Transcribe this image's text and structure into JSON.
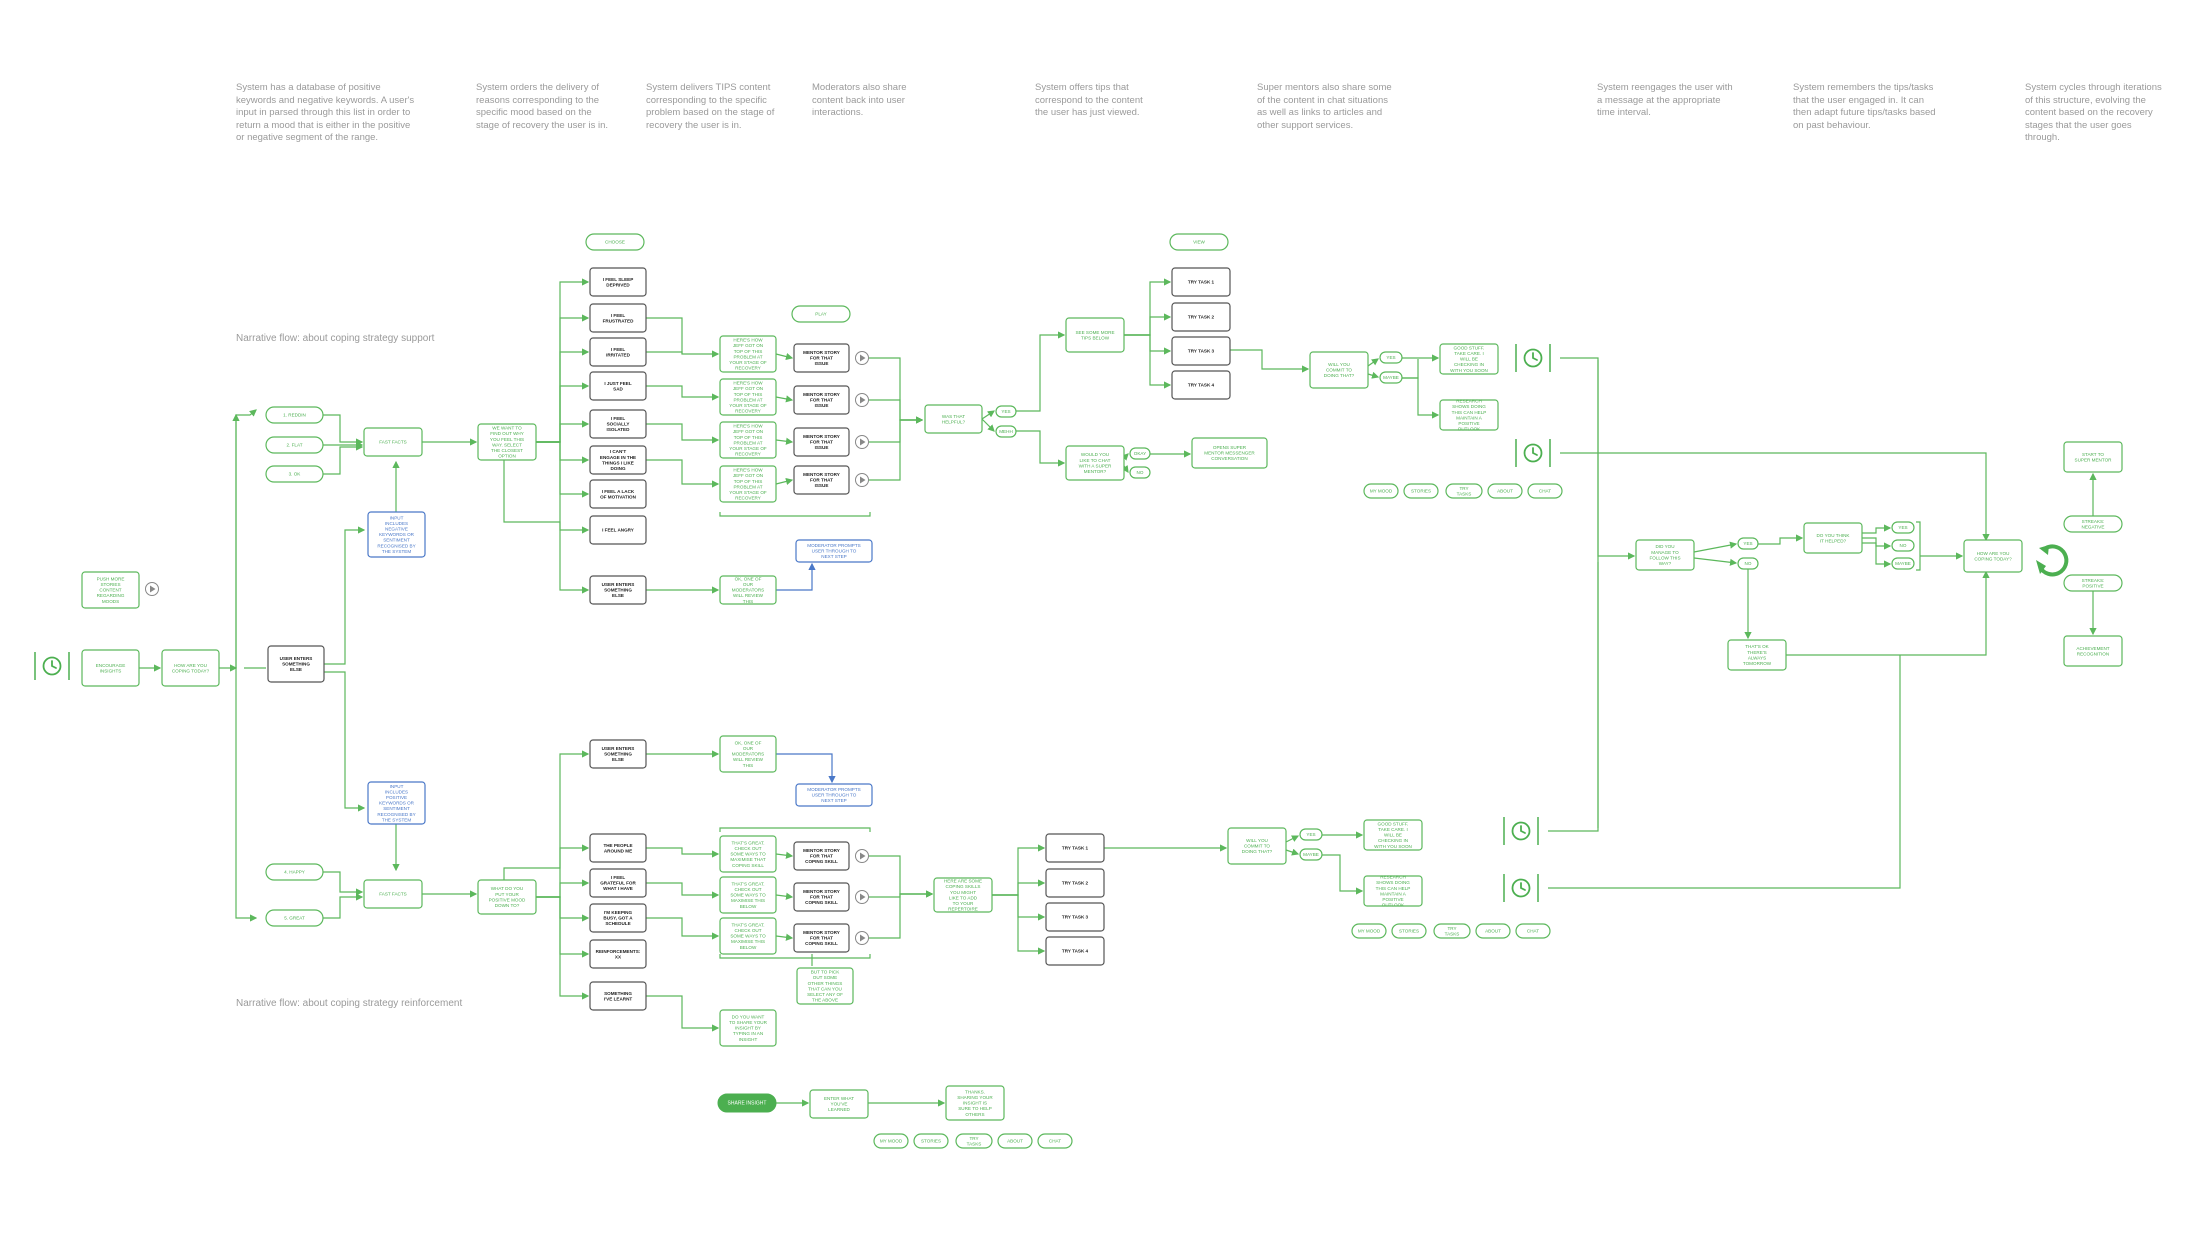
{
  "annotations": [
    "System has a database of positive keywords and negative keywords. A user's input in parsed through this list in order to return a mood that is either in the positive or negative segment of the range.",
    "System orders the delivery of reasons corresponding to the specific mood based on the stage of recovery the user is in.",
    "System delivers TIPS content corresponding to the specific problem based on the stage of recovery the user is in.",
    "Moderators also share content back into user interactions.",
    "System offers tips that correspond to the content the user has just viewed.",
    "Super mentors also share some of the content in chat situations as well as links to articles and other support services.",
    "System reengages the user with a message at the appropriate time interval.",
    "System remembers the tips/tasks that the user engaged in. It can then adapt future tips/tasks based on past behaviour.",
    "System cycles through iterations of this structure, evolving the content based on the recovery stages that the user goes through."
  ],
  "flows": {
    "support": "Narrative flow: about coping strategy support",
    "reinforcement": "Narrative flow: about coping strategy reinforcement"
  },
  "colors": {
    "green": "#4caf50",
    "blue": "#4a78c8",
    "dark": "#222222"
  },
  "icons": [
    "clock-icon",
    "play-icon",
    "cycle-icon"
  ],
  "nodes": {
    "clock_start": "",
    "encourage": "ENCOURAGE INSIGHTS",
    "push": "PUSH MORE STORIES CONTENT REGARDING MOODS",
    "coping": "HOW ARE YOU COPING TODAY?",
    "user_entered_main": "USER ENTERS SOMETHING ELSE",
    "m1": "1. REDDIN",
    "m2": "2. FLAT",
    "m3": "3. OK",
    "m4": "4. HAPPY",
    "m5": "5. GREAT",
    "input_neg": "INPUT INCLUDES NEGATIVE KEYWORDS OR SENTIMENT RECOGNISED BY THE SYSTEM",
    "input_pos": "INPUT INCLUDES POSITIVE KEYWORDS OR SENTIMENT RECOGNISED BY THE SYSTEM",
    "fast_facts_top": "FAST FACTS",
    "fast_facts_bot": "FAST FACTS",
    "want_find": "WE WANT TO FIND OUT WHY YOU FEEL THIS WAY. SELECT THE CLOSEST OPTION",
    "what_do": "WHAT DO YOU PUT YOUR POSITIVE MOOD DOWN TO?",
    "choose": "CHOOSE",
    "feelings": [
      "I FEEL SLEEP DEPRIVED",
      "I FEEL FRUSTRATED",
      "I FEEL IRRITATED",
      "I JUST FEEL SAD",
      "I FEEL SOCIALLY ISOLATED",
      "I CAN'T ENGAGE IN THE THINGS I LIKE DOING",
      "I FEEL A LACK OF MOTIVATION",
      "I FEEL ANGRY"
    ],
    "user_entered_top": "USER ENTERS SOMETHING ELSE",
    "heres_how": [
      "HERE'S HOW JEFF GOT ON TOP OF THIS PROBLEM AT YOUR STAGE OF RECOVERY",
      "HERE'S HOW JEFF GOT ON TOP OF THIS PROBLEM AT YOUR STAGE OF RECOVERY",
      "HERE'S HOW JEFF GOT ON TOP OF THIS PROBLEM AT YOUR STAGE OF RECOVERY",
      "HERE'S HOW JEFF GOT ON TOP OF THIS PROBLEM AT YOUR STAGE OF RECOVERY"
    ],
    "ok_moderators_top": "OK, ONE OF OUR MODERATORS WILL REVIEW THIS",
    "play": "PLAY",
    "mentor_stories_top": [
      "MENTOR STORY FOR THAT ISSUE",
      "MENTOR STORY FOR THAT ISSUE",
      "MENTOR STORY FOR THAT ISSUE",
      "MENTOR STORY FOR THAT ISSUE"
    ],
    "moderator_prompt_top": "MODERATOR PROMPTS USER THROUGH TO NEXT STEP",
    "was_helpful": "WAS THAT HELPFUL?",
    "yes_top": "YES",
    "meh": "MEHH",
    "see_more": "SEE SOME MORE TIPS BELOW",
    "would_like": "WOULD YOU LIKE TO CHAT WITH A SUPER MENTOR?",
    "okay": "OKAY",
    "no_top": "NO",
    "opens": "OPENS SUPER MENTOR MESSENGER CONVERSATION",
    "view": "VIEW",
    "tasks_top": [
      "TRY TASK 1",
      "TRY TASK 2",
      "TRY TASK 3",
      "TRY TASK 4"
    ],
    "will_commit_top": "WILL YOU COMMIT TO DOING THAT?",
    "yes2": "YES",
    "maybe2": "MAYBE",
    "good_stuff_top": "GOOD STUFF. TAKE CARE. I WILL BE CHECKING IN WITH YOU SOON",
    "research_top": "RESEARCH SHOWS DOING THIS CAN HELP MAINTAIN A POSITIVE OUTLOOK",
    "tabs": [
      "MY MOOD",
      "STORIES",
      "TRY TASKS",
      "ABOUT",
      "CHAT"
    ],
    "did_manage": "DID YOU MANAGE TO FOLLOW THIS WAY?",
    "yes3": "YES",
    "no3": "NO",
    "do_you_think": "DO YOU THINK IT HELPED?",
    "yes4": "YES",
    "no4": "NO",
    "maybe4": "MAYBE",
    "thats_ok": "THAT'S OK THERE'S ALWAYS TOMORROW",
    "how_are_end": "HOW ARE YOU COPING TODAY?",
    "streak_neg": "STREAKS: NEGATIVE",
    "streak_pos": "STREAKS: POSITIVE",
    "start_to_super": "START TO SUPER MENTOR",
    "achievement": "ACHIEVEMENT RECOGNITION",
    "user_entered_bot": "USER ENTERS SOMETHING ELSE",
    "ok_moderators_bot": "OK, ONE OF OUR MODERATORS WILL REVIEW THIS",
    "moderator_prompt_bot": "MODERATOR PROMPTS USER THROUGH TO NEXT STEP",
    "positives": [
      "THE PEOPLE AROUND ME",
      "I FEEL GRATEFUL FOR WHAT I HAVE",
      "I'M KEEPING BUSY, GOT A SCHEDULE",
      "REINFORCEMENTS: XX",
      "SOMETHING I'VE LEARNT"
    ],
    "thats_great": [
      "THAT'S GREAT. CHECK OUT SOME WAYS TO MAXIMISE THAT COPING SKILL",
      "THAT'S GREAT. CHECK OUT SOME WAYS TO MAXIMISE THIS BELOW",
      "THAT'S GREAT. CHECK OUT SOME WAYS TO MAXIMISE THIS BELOW"
    ],
    "mentor_stories_bot": [
      "MENTOR STORY FOR THAT COPING SKILL",
      "MENTOR STORY FOR THAT COPING SKILL",
      "MENTOR STORY FOR THAT COPING SKILL"
    ],
    "got_here": "HERE ARE SOME COPING SKILLS YOU MIGHT LIKE TO ADD TO YOUR REPERTOIRE",
    "butto": "BUT TO PICK OUT SOME OTHER THINGS THAT CAN YOU SELECT ANY OF THE ABOVE",
    "you_share": "DO YOU WANT TO SHARE YOUR INSIGHT BY TYPING IN AN INSIGHT",
    "tasks_bot": [
      "TRY TASK 1",
      "TRY TASK 2",
      "TRY TASK 3",
      "TRY TASK 4"
    ],
    "will_commit_bot": "WILL YOU COMMIT TO DOING THAT?",
    "yes5": "YES",
    "maybe5": "MAYBE",
    "good_stuff_bot": "GOOD STUFF. TAKE CARE. I WILL BE CHECKING IN WITH YOU SOON",
    "research_bot": "RESEARCH SHOWS DOING THIS CAN HELP MAINTAIN A POSITIVE OUTLOOK",
    "share_insight": "SHARE INSIGHT",
    "enter_what": "ENTER WHAT YOU'VE LEARNED",
    "thanks_sharing": "THANKS. SHARING YOUR INSIGHT IS SURE TO HELP OTHERS"
  }
}
